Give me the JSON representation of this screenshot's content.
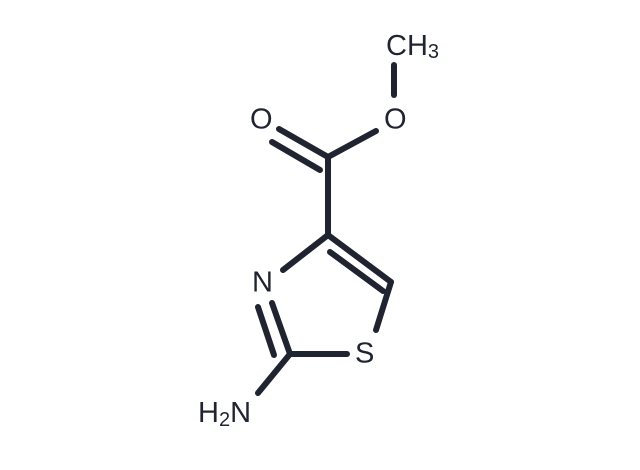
{
  "molecule": {
    "atoms": {
      "methyl": {
        "main": "CH",
        "sub": "3"
      },
      "ester_oxygen": {
        "label": "O"
      },
      "carbonyl_oxygen": {
        "label": "O"
      },
      "ring_nitrogen": {
        "label": "N"
      },
      "ring_sulfur": {
        "label": "S"
      },
      "amine": {
        "main": "H",
        "sub": "2",
        "tail": "N"
      }
    }
  },
  "colors": {
    "bond": "#1f2430",
    "label": "#1f2430",
    "background": "#ffffff"
  }
}
